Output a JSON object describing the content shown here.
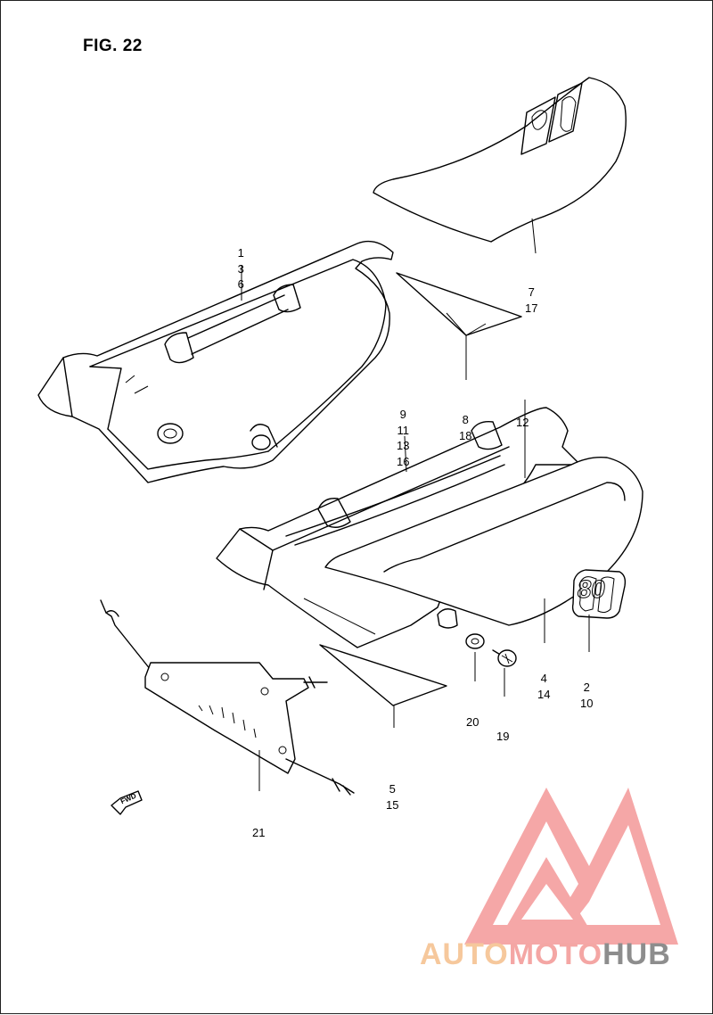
{
  "figure": {
    "title": "FIG. 22"
  },
  "callouts": [
    {
      "id": "c1",
      "lines": [
        "1",
        "3",
        "6"
      ]
    },
    {
      "id": "c2",
      "lines": [
        "7",
        "17"
      ]
    },
    {
      "id": "c3",
      "lines": [
        "8",
        "18"
      ]
    },
    {
      "id": "c4",
      "lines": [
        "9",
        "11",
        "13",
        "16"
      ]
    },
    {
      "id": "c5",
      "lines": [
        "12"
      ]
    },
    {
      "id": "c6",
      "lines": [
        "4",
        "14"
      ]
    },
    {
      "id": "c7",
      "lines": [
        "2",
        "10"
      ]
    },
    {
      "id": "c8",
      "lines": [
        "20"
      ]
    },
    {
      "id": "c9",
      "lines": [
        "19"
      ]
    },
    {
      "id": "c10",
      "lines": [
        "5",
        "15"
      ]
    },
    {
      "id": "c11",
      "lines": [
        "21"
      ]
    }
  ],
  "emblem_text": "80",
  "fwd_label": "FWD",
  "watermark": {
    "part1": "AUTO",
    "part2": "MOTO",
    "part3": "HUB"
  },
  "colors": {
    "watermark_red": "#f08080",
    "watermark_orange": "#f6c89c",
    "watermark_gray": "#8d8d8d"
  }
}
